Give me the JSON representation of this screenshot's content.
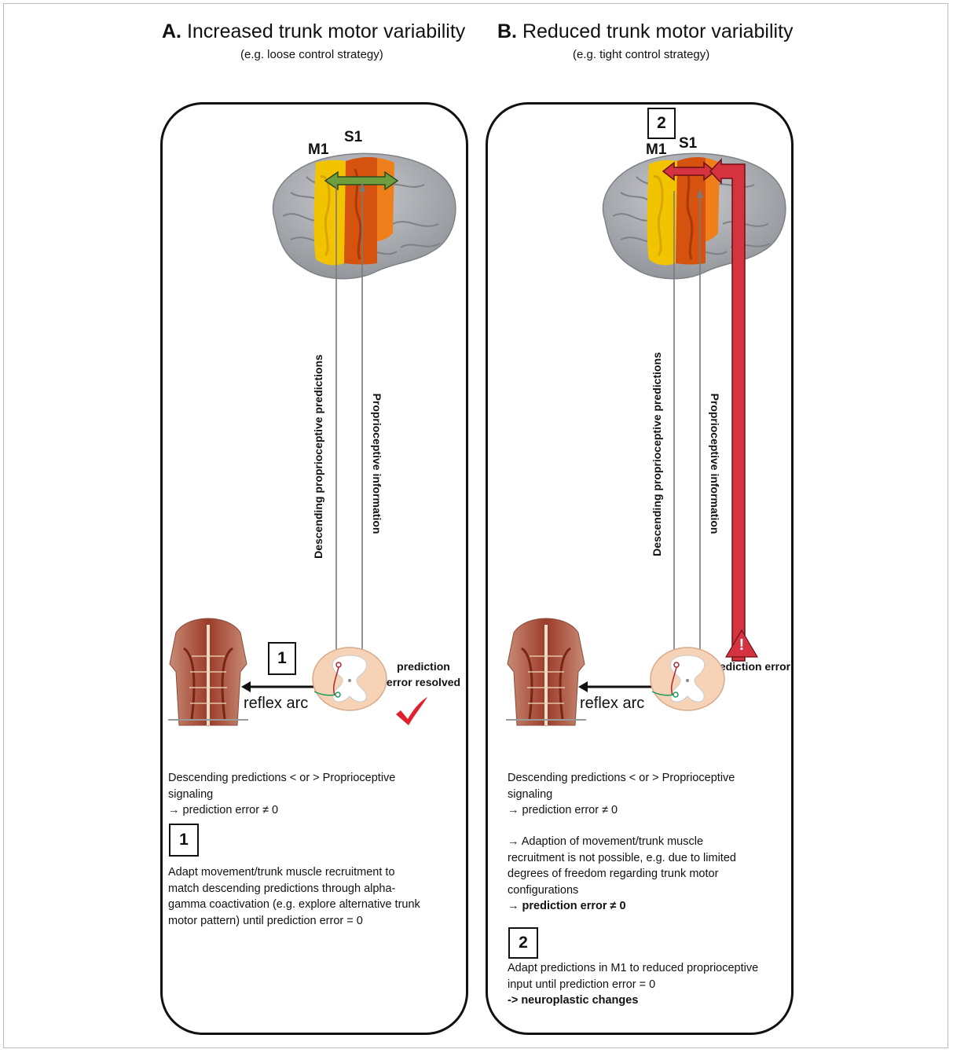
{
  "panel_a": {
    "title_letter": "A.",
    "title": "Increased trunk motor variability",
    "subtitle": "(e.g. loose control strategy)",
    "m1": "M1",
    "s1": "S1",
    "descending_label": "Descending proprioceptive predictions",
    "proprio_label": "Proprioceptive information",
    "box1": "1",
    "reflex_label": "reflex arc",
    "resolved_line1": "prediction",
    "resolved_line2": "error resolved",
    "text_line1": "Descending predictions < or > Proprioceptive",
    "text_line2": "signaling",
    "text_line3": "→ prediction error ≠ 0",
    "box1_bottom": "1",
    "adapt_line1": "Adapt movement/trunk muscle recruitment to",
    "adapt_line2": "match descending predictions through alpha-",
    "adapt_line3": "gamma coactivation (e.g. explore alternative trunk",
    "adapt_line4": "motor pattern) until prediction error = 0"
  },
  "panel_b": {
    "title_letter": "B.",
    "title": "Reduced trunk motor variability",
    "subtitle": "(e.g. tight control strategy)",
    "box2_top": "2",
    "m1": "M1",
    "s1": "S1",
    "descending_label": "Descending proprioceptive predictions",
    "proprio_label": "Proprioceptive information",
    "warning_mark": "!",
    "error_label": "prediction error",
    "reflex_label": "reflex arc",
    "text_line1": "Descending predictions < or > Proprioceptive",
    "text_line2": "signaling",
    "text_line3": "→ prediction error ≠ 0",
    "adaption_line1": "→ Adaption of movement/trunk muscle",
    "adaption_line2": "recruitment is not possible, e.g. due to limited",
    "adaption_line3": "degrees of freedom regarding trunk motor",
    "adaption_line4": "configurations",
    "adaption_line5": "→ prediction error ≠ 0",
    "box2_bottom": "2",
    "final_line1": "Adapt predictions in M1 to reduced proprioceptive",
    "final_line2": "input until prediction error = 0",
    "final_line3": "-> neuroplastic changes"
  },
  "colors": {
    "green_arrow": "#6f9e3e",
    "red_arrow": "#d4333f",
    "check": "#e0202a",
    "m1_yellow": "#f2c400",
    "s1_orange": "#d6520f",
    "brain_gray": "#a9acb1",
    "spinal_outer": "#f6d3b6",
    "spinal_inner": "#ffffff"
  }
}
